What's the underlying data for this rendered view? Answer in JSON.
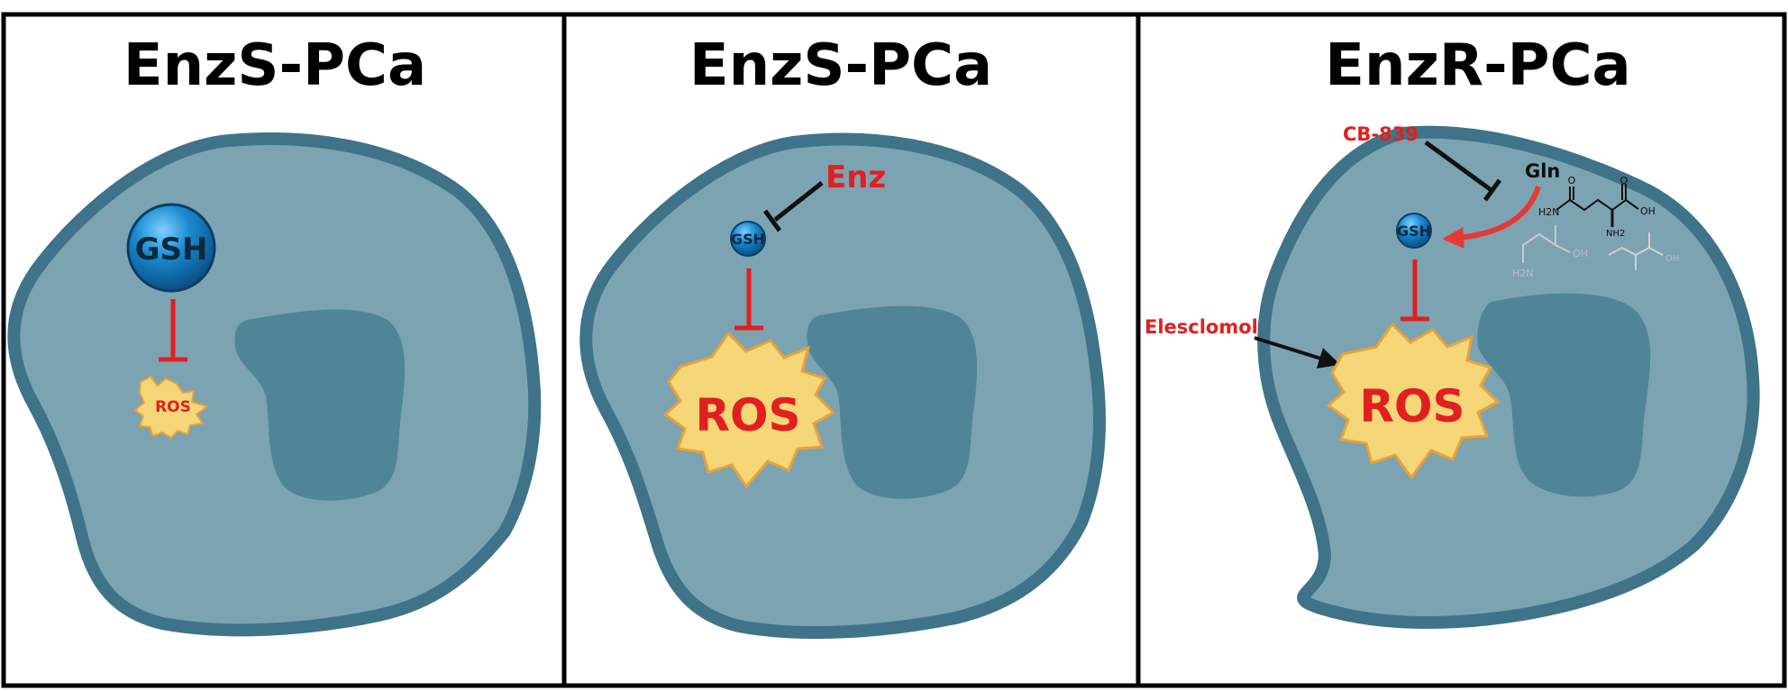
{
  "panels": [
    {
      "title": "EnzS-PCa",
      "gsh_label": "GSH",
      "ros_label": "ROS"
    },
    {
      "title": "EnzS-PCa",
      "gsh_label": "GSH",
      "ros_label": "ROS",
      "inhibitor_label": "Enz"
    },
    {
      "title": "EnzR-PCa",
      "gsh_label": "GSH",
      "ros_label": "ROS",
      "drug_label": "CB-839",
      "gln_label": "Gln",
      "inducer_label": "Elesclomol",
      "molecule_labels": {
        "nh2_left": "H2N",
        "oh": "OH",
        "nh2_bottom": "NH2",
        "o": "O"
      }
    }
  ],
  "colors": {
    "cell_border": "#3f7389",
    "cytoplasm": "#7ca3b1",
    "nucleus": "#508597",
    "gsh": "#1a86c8",
    "ros_fill": "#f5d678",
    "ros_edge": "#e8a23a",
    "inhibition": "#e02020"
  }
}
